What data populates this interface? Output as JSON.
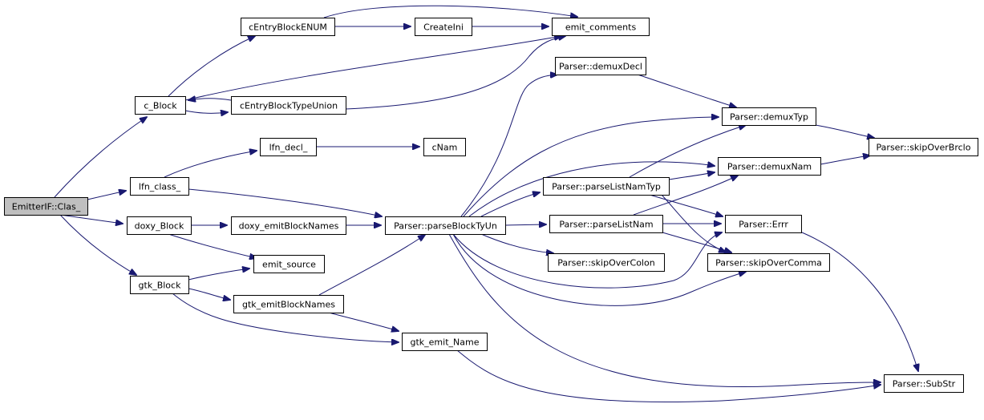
{
  "graph": {
    "nodes": {
      "root": "EmitterIF::Clas_",
      "c_block": "c_Block",
      "lfn_class": "lfn_class_",
      "doxy_block": "doxy_Block",
      "gtk_block": "gtk_Block",
      "centryblockenum": "cEntryBlockENUM",
      "createini": "CreateIni",
      "emit_comments": "emit_comments",
      "centryblocktypeunion": "cEntryBlockTypeUnion",
      "lfn_decl": "lfn_decl_",
      "cnam": "cNam",
      "doxy_emitblocknames": "doxy_emitBlockNames",
      "emit_source": "emit_source",
      "gtk_emitblocknames": "gtk_emitBlockNames",
      "gtk_emit_name": "gtk_emit_Name",
      "parseblocktyun": "Parser::parseBlockTyUn",
      "demuxdecl": "Parser::demuxDecl",
      "demuxtyp": "Parser::demuxTyp",
      "demuxnam": "Parser::demuxNam",
      "parselistnamtyp": "Parser::parseListNamTyp",
      "parselistnam": "Parser::parseListNam",
      "skipovercolon": "Parser::skipOverColon",
      "errr": "Parser::Errr",
      "skipovercomma": "Parser::skipOverComma",
      "skipoverbrclo": "Parser::skipOverBrclo",
      "substr": "Parser::SubStr"
    },
    "edges": [
      [
        "root",
        "c_block"
      ],
      [
        "root",
        "lfn_class"
      ],
      [
        "root",
        "doxy_block"
      ],
      [
        "root",
        "gtk_block"
      ],
      [
        "c_block",
        "centryblockenum"
      ],
      [
        "c_block",
        "emit_comments"
      ],
      [
        "c_block",
        "centryblocktypeunion"
      ],
      [
        "centryblockenum",
        "createini"
      ],
      [
        "centryblockenum",
        "emit_comments"
      ],
      [
        "createini",
        "emit_comments"
      ],
      [
        "centryblocktypeunion",
        "c_block"
      ],
      [
        "centryblocktypeunion",
        "emit_comments"
      ],
      [
        "lfn_class",
        "lfn_decl"
      ],
      [
        "lfn_class",
        "parseblocktyun"
      ],
      [
        "lfn_decl",
        "cnam"
      ],
      [
        "doxy_block",
        "doxy_emitblocknames"
      ],
      [
        "doxy_block",
        "emit_source"
      ],
      [
        "doxy_emitblocknames",
        "parseblocktyun"
      ],
      [
        "gtk_block",
        "emit_source"
      ],
      [
        "gtk_block",
        "gtk_emitblocknames"
      ],
      [
        "gtk_block",
        "gtk_emit_name"
      ],
      [
        "gtk_emitblocknames",
        "parseblocktyun"
      ],
      [
        "gtk_emitblocknames",
        "gtk_emit_name"
      ],
      [
        "gtk_emit_name",
        "substr"
      ],
      [
        "parseblocktyun",
        "demuxdecl"
      ],
      [
        "parseblocktyun",
        "demuxtyp"
      ],
      [
        "parseblocktyun",
        "demuxnam"
      ],
      [
        "parseblocktyun",
        "parselistnamtyp"
      ],
      [
        "parseblocktyun",
        "parselistnam"
      ],
      [
        "parseblocktyun",
        "skipovercolon"
      ],
      [
        "parseblocktyun",
        "errr"
      ],
      [
        "parseblocktyun",
        "skipovercomma"
      ],
      [
        "parseblocktyun",
        "substr"
      ],
      [
        "demuxdecl",
        "demuxtyp"
      ],
      [
        "demuxtyp",
        "skipoverbrclo"
      ],
      [
        "demuxnam",
        "skipoverbrclo"
      ],
      [
        "parselistnamtyp",
        "demuxtyp"
      ],
      [
        "parselistnamtyp",
        "demuxnam"
      ],
      [
        "parselistnamtyp",
        "errr"
      ],
      [
        "parselistnamtyp",
        "skipovercomma"
      ],
      [
        "parselistnam",
        "demuxnam"
      ],
      [
        "parselistnam",
        "errr"
      ],
      [
        "parselistnam",
        "skipovercomma"
      ],
      [
        "errr",
        "substr"
      ]
    ],
    "colors": {
      "edge": "#191970",
      "node_border": "#000000",
      "node_fill": "#ffffff",
      "root_fill": "#bfbfbf"
    }
  }
}
